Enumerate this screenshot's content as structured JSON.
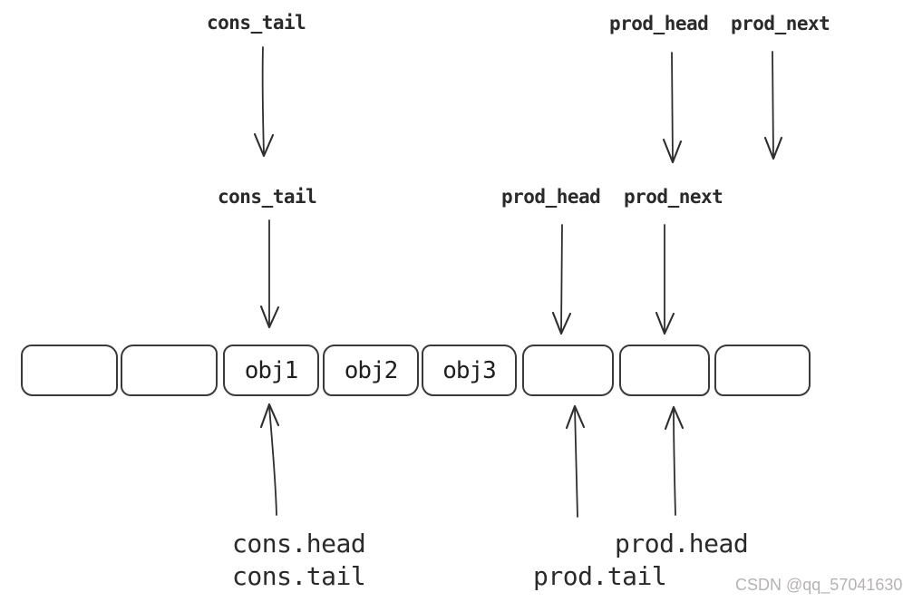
{
  "upper_row": {
    "cons_tail": "cons_tail",
    "prod_head": "prod_head",
    "prod_next": "prod_next"
  },
  "middle_row": {
    "cons_tail": "cons_tail",
    "prod_head": "prod_head",
    "prod_next": "prod_next"
  },
  "ring_buffer": {
    "cells": [
      {
        "label": ""
      },
      {
        "label": ""
      },
      {
        "label": "obj1"
      },
      {
        "label": "obj2"
      },
      {
        "label": "obj3"
      },
      {
        "label": ""
      },
      {
        "label": ""
      },
      {
        "label": ""
      }
    ]
  },
  "bottom_row": {
    "cons_head": "cons.head",
    "cons_tail": "cons.tail",
    "prod_tail": "prod.tail",
    "prod_head": "prod.head"
  },
  "watermark": {
    "text": "CSDN @qq_57041630"
  },
  "colors": {
    "background": "#ffffff",
    "ink": "#2e2e2e",
    "watermark": "#b7b2b2"
  }
}
